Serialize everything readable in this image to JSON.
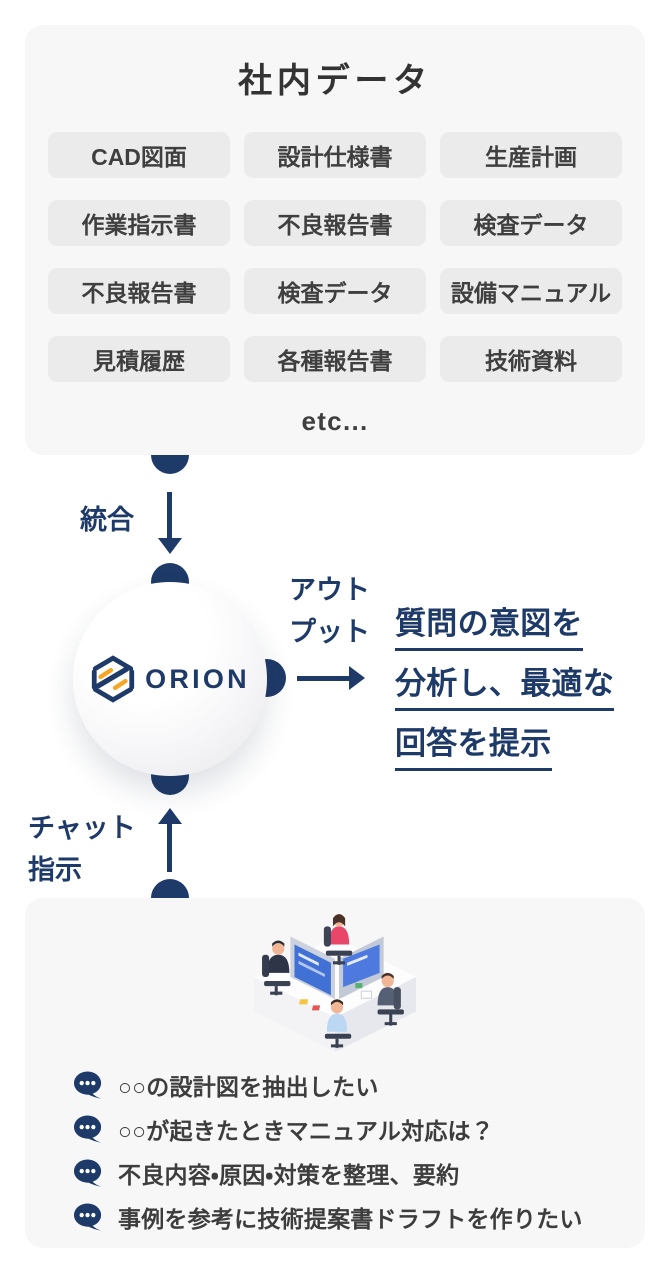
{
  "colors": {
    "navy": "#1e3a68",
    "orange": "#f5a623",
    "card_bg": "#f7f7f7",
    "chip_bg": "#ebebeb",
    "text_dark": "#3d3d3d"
  },
  "internal_data": {
    "title": "社内データ",
    "chips": [
      "CAD図面",
      "設計仕様書",
      "生産計画",
      "作業指示書",
      "不良報告書",
      "検査データ",
      "不良報告書",
      "検査データ",
      "設備マニュアル",
      "見積履歴",
      "各種報告書",
      "技術資料"
    ],
    "etc_label": "etc..."
  },
  "flow": {
    "integration_label": "統合",
    "output_label_line1": "アウト",
    "output_label_line2": "プット",
    "chat_label_line1": "チャット",
    "chat_label_line2": "指示",
    "result_lines": [
      "質問の意図を",
      "分析し、最適な",
      "回答を提示"
    ]
  },
  "orion": {
    "logo_text": "ORION"
  },
  "chat_examples": {
    "items": [
      "○○の設計図を抽出したい",
      "○○が起きたときマニュアル対応は？",
      "不良内容・原因・対策を整理、要約",
      "事例を参考に技術提案書ドラフトを作りたい"
    ]
  }
}
